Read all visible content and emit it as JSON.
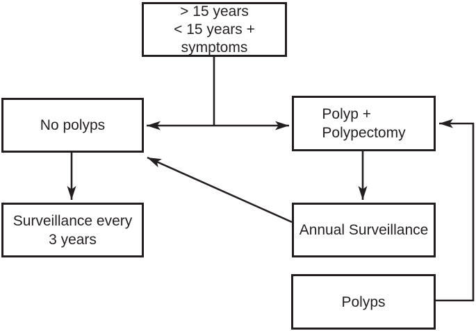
{
  "figure": {
    "type": "flowchart",
    "background_color": "#ffffff",
    "line_color": "#231f20",
    "box_fill_color": "#ffffff",
    "nodes": {
      "criteria": {
        "lines": [
          "> 15 years",
          "< 15 years +",
          "symptoms"
        ]
      },
      "no_polyps": {
        "lines": [
          "No polyps"
        ]
      },
      "polyp_polypectomy": {
        "lines": [
          "Polyp +",
          "Polypectomy"
        ]
      },
      "surveillance_every_3_years": {
        "lines": [
          "Surveillance every",
          "3 years"
        ]
      },
      "annual_surveillance": {
        "lines": [
          "Annual Surveillance"
        ]
      },
      "polyps": {
        "lines": [
          "Polyps"
        ]
      }
    },
    "edges": [
      {
        "from": "criteria",
        "to": "no_polyps",
        "type": "arrow"
      },
      {
        "from": "criteria",
        "to": "polyp_polypectomy",
        "type": "arrow"
      },
      {
        "from": "no_polyps",
        "to": "surveillance_every_3_years",
        "type": "arrow"
      },
      {
        "from": "polyp_polypectomy",
        "to": "annual_surveillance",
        "type": "arrow"
      },
      {
        "from": "annual_surveillance",
        "to": "no_polyps",
        "type": "arrow"
      },
      {
        "from": "polyps",
        "to": "polyp_polypectomy",
        "type": "arrow"
      }
    ]
  }
}
